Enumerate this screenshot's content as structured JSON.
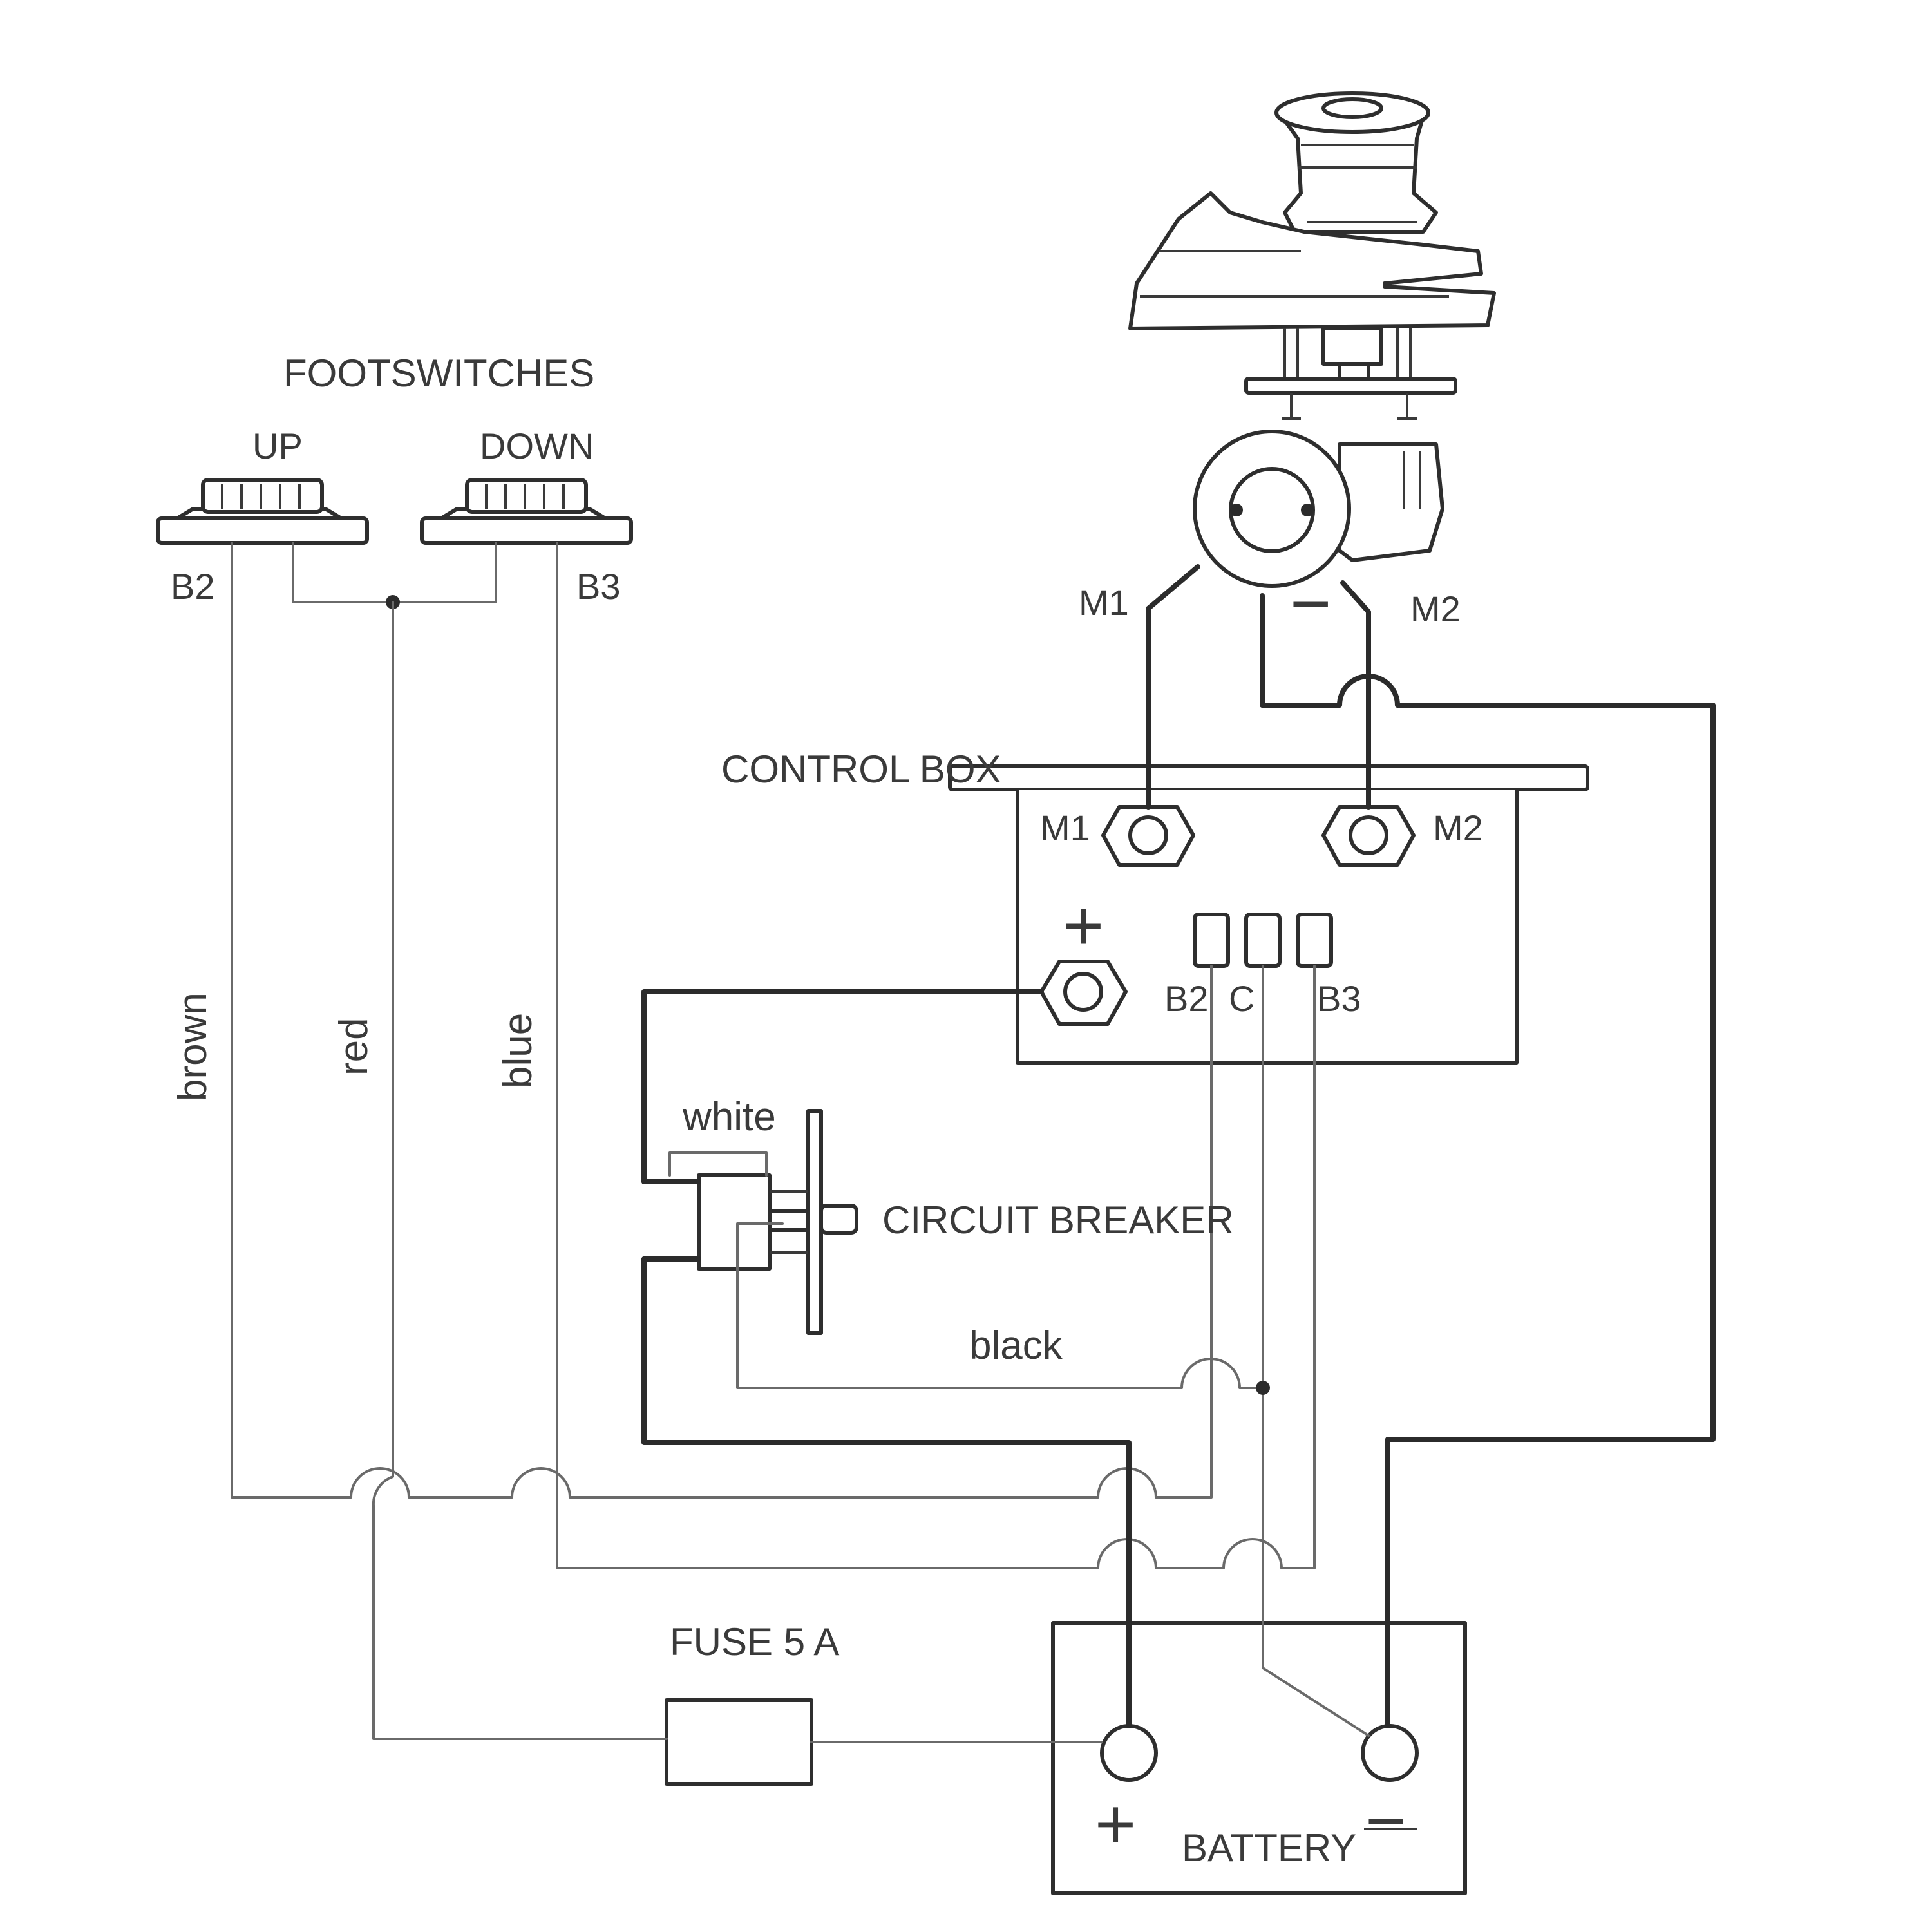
{
  "labels": {
    "footswitches": "FOOTSWITCHES",
    "up": "UP",
    "down": "DOWN",
    "fs_b2": "B2",
    "fs_b3": "B3",
    "motor_m1": "M1",
    "motor_m2": "M2",
    "motor_minus": "−",
    "control_box": "CONTROL BOX",
    "cb_m1": "M1",
    "cb_m2": "M2",
    "cb_plus": "+",
    "cb_b2": "B2",
    "cb_c": "C",
    "cb_b3": "B3",
    "circuit_breaker": "CIRCUIT BREAKER",
    "fuse": "FUSE 5 A",
    "battery": "BATTERY",
    "battery_plus": "+",
    "battery_minus": "−"
  },
  "wires": {
    "brown": "brown",
    "red": "red",
    "blue": "blue",
    "white": "white",
    "black": "black"
  }
}
